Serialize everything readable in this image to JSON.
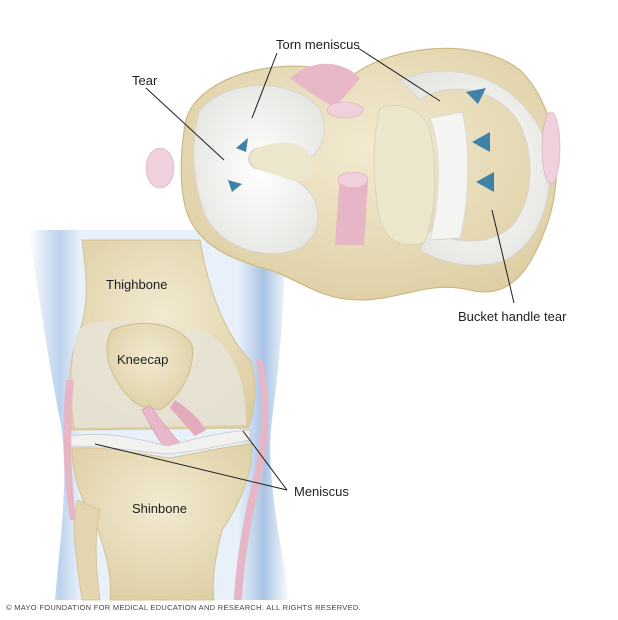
{
  "figure": {
    "title": "Torn meniscus",
    "views": [
      {
        "id": "top-view",
        "description": "Top-down view of tibial plateau showing menisci with tears"
      },
      {
        "id": "front-view",
        "description": "Front view of knee joint"
      }
    ]
  },
  "labels": {
    "torn_meniscus": "Torn meniscus",
    "tear": "Tear",
    "bucket_handle_tear": "Bucket handle tear",
    "thighbone": "Thighbone",
    "kneecap": "Kneecap",
    "meniscus": "Meniscus",
    "shinbone": "Shinbone"
  },
  "copyright": "© MAYO FOUNDATION FOR MEDICAL EDUCATION AND RESEARCH. ALL RIGHTS RESERVED.",
  "colors": {
    "bone": "#ece2c2",
    "bone_shadow": "#d8c99c",
    "cartilage": "#f4f4f2",
    "ligament": "#e8b8c8",
    "skin_blue": "#a9c4e4",
    "arrow_blue": "#3e82a8",
    "leader_line": "#1e1e1e"
  }
}
